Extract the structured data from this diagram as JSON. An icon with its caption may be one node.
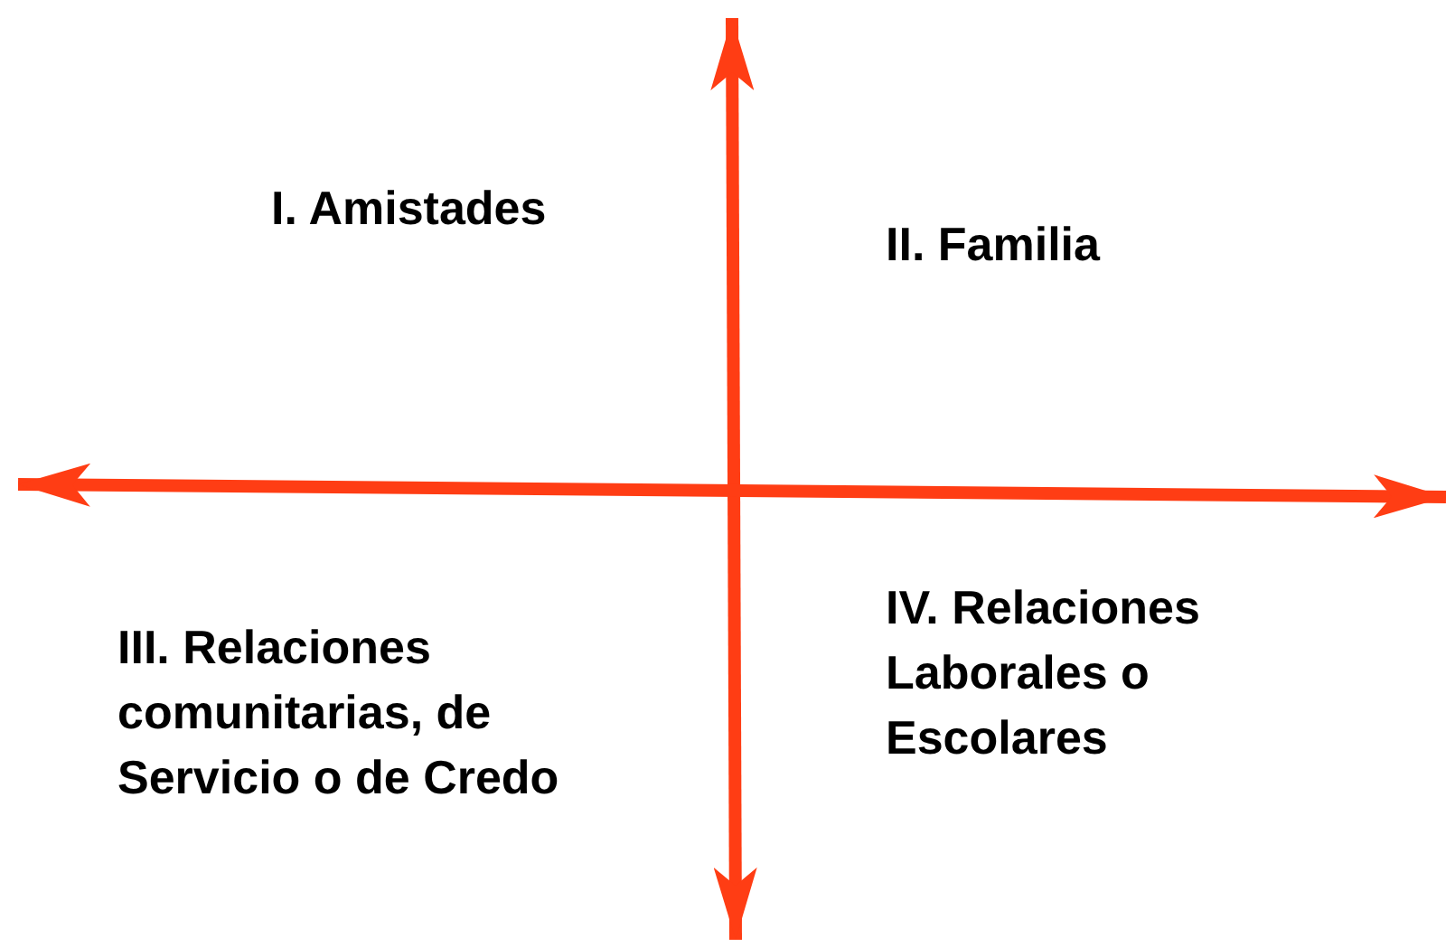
{
  "diagram": {
    "labels": [
      "I. Amistades",
      "II. Familia",
      "III. Relaciones comunitarias, de Servicio o de Credo",
      "IV. Relaciones Laborales o Escolares"
    ]
  }
}
